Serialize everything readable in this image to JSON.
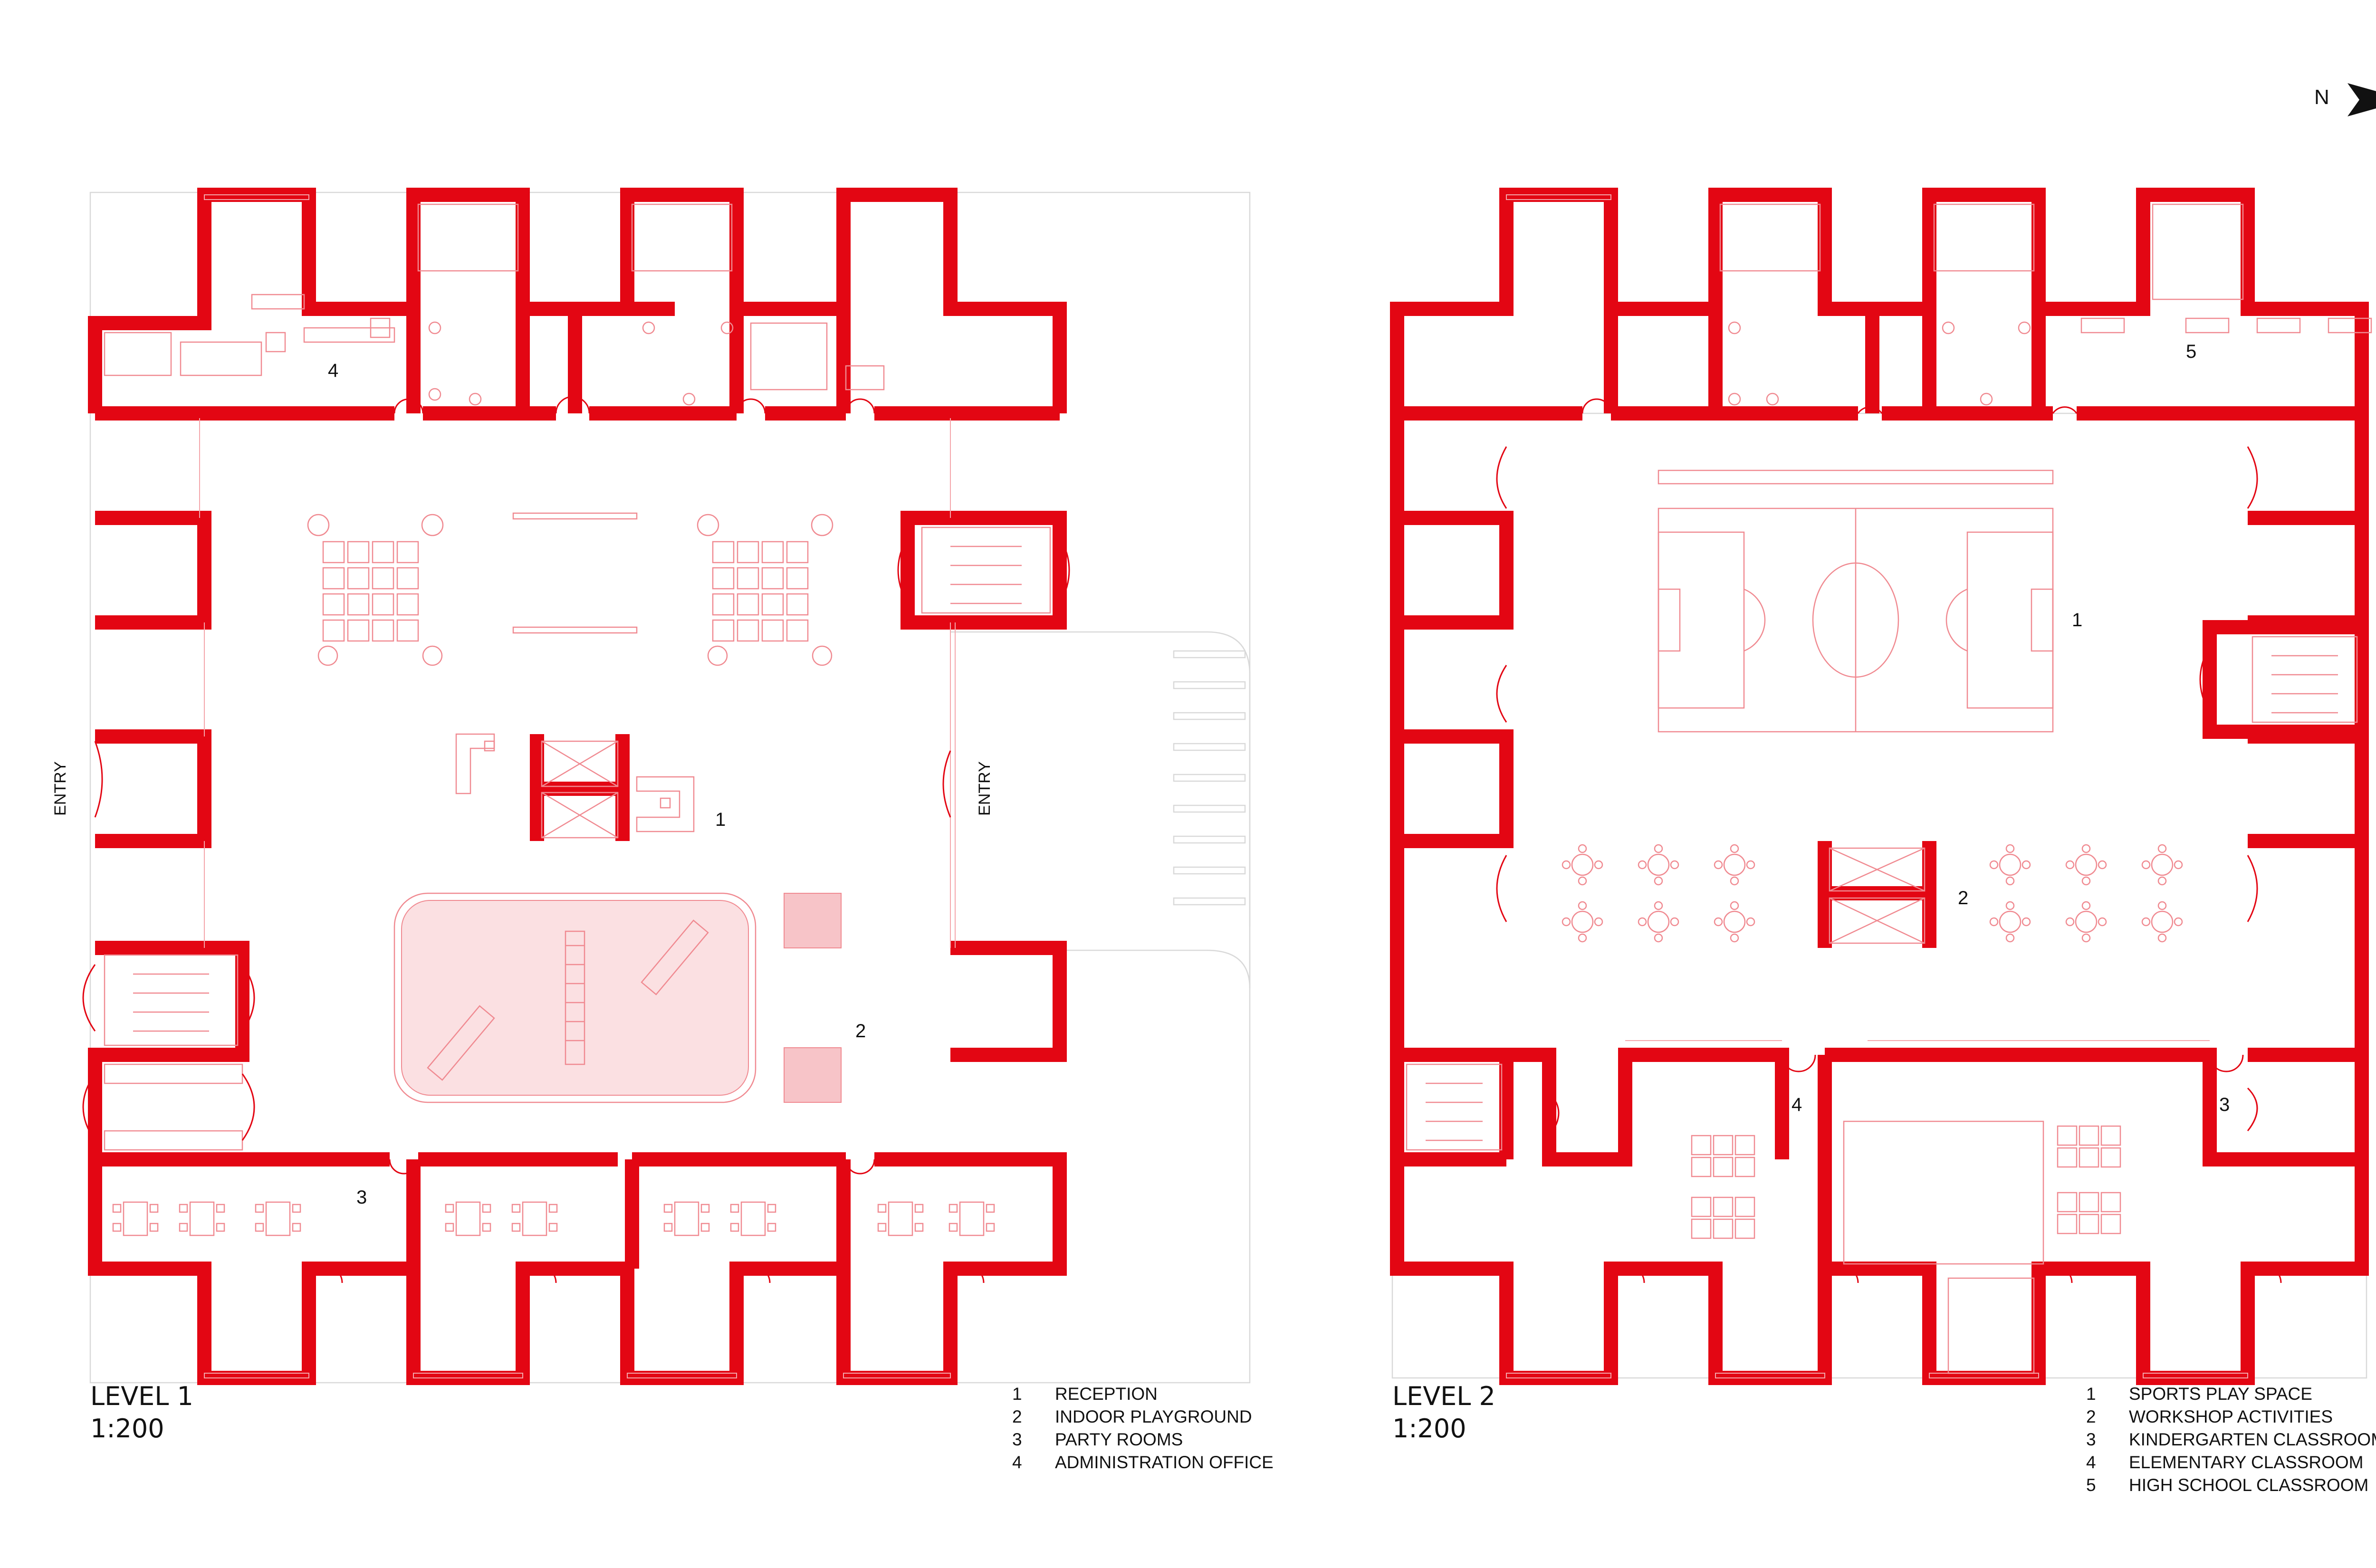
{
  "colors": {
    "wall": "#e30613",
    "furniture": "#f08a91",
    "site": "#d9d9d9",
    "text": "#111111"
  },
  "north": {
    "label": "N",
    "icon": "north-arrow-icon"
  },
  "level1": {
    "title": "LEVEL 1",
    "scale": "1:200",
    "entry_left": "ENTRY",
    "entry_right": "ENTRY",
    "room_numbers": [
      "1",
      "2",
      "3",
      "4"
    ],
    "legend": [
      {
        "num": "1",
        "text": "RECEPTION"
      },
      {
        "num": "2",
        "text": "INDOOR PLAYGROUND"
      },
      {
        "num": "3",
        "text": "PARTY ROOMS"
      },
      {
        "num": "4",
        "text": "ADMINISTRATION OFFICE"
      }
    ]
  },
  "level2": {
    "title": "LEVEL 2",
    "scale": "1:200",
    "room_numbers": [
      "1",
      "2",
      "3",
      "4",
      "5"
    ],
    "legend": [
      {
        "num": "1",
        "text": "SPORTS PLAY SPACE"
      },
      {
        "num": "2",
        "text": "WORKSHOP ACTIVITIES"
      },
      {
        "num": "3",
        "text": "KINDERGARTEN CLASSROOM"
      },
      {
        "num": "4",
        "text": "ELEMENTARY CLASSROOM"
      },
      {
        "num": "5",
        "text": "HIGH SCHOOL CLASSROOM"
      }
    ]
  }
}
